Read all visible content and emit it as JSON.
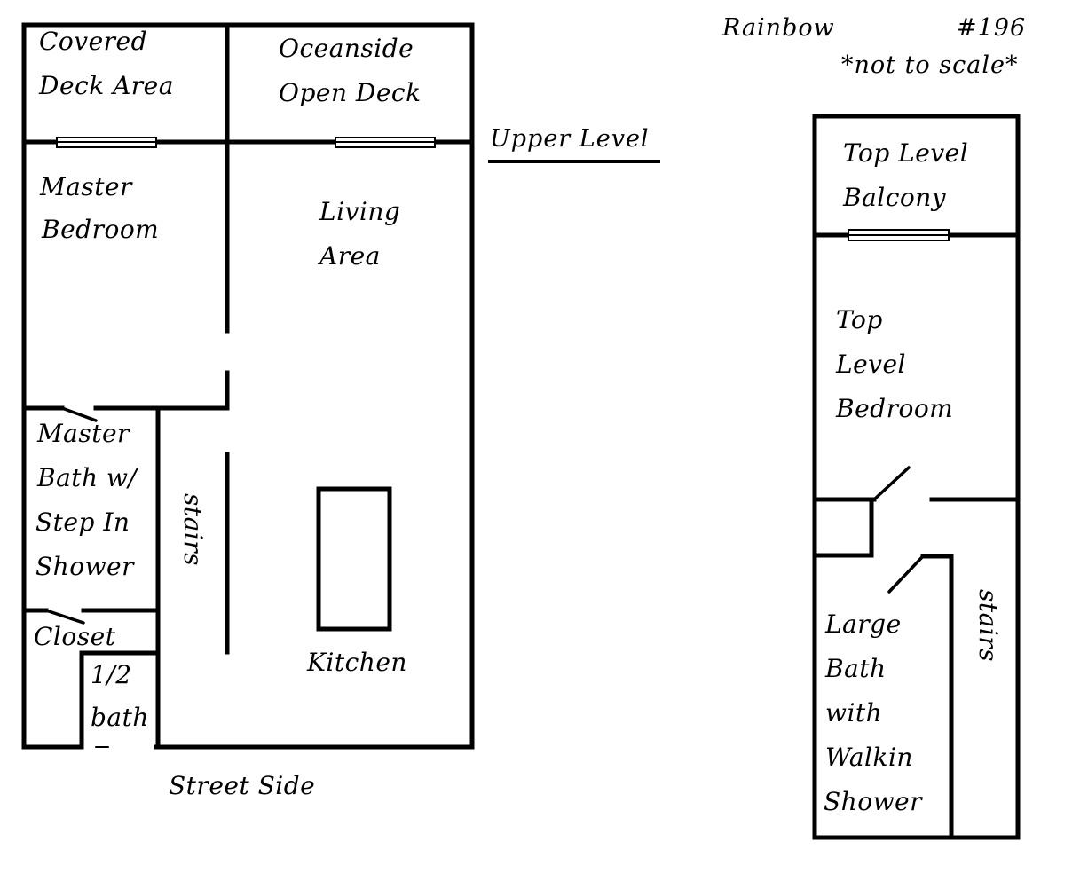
{
  "header": {
    "name": "Rainbow",
    "unit": "#196",
    "scale_note": "*not to scale*"
  },
  "level_label": "Upper Level",
  "street_label": "Street Side",
  "upper_level": {
    "covered_deck": [
      "Covered",
      "Deck Area"
    ],
    "oceanside_deck": [
      "Oceanside",
      "Open Deck"
    ],
    "master_bedroom": [
      "Master",
      "Bedroom"
    ],
    "living_area": [
      "Living",
      "Area"
    ],
    "master_bath": [
      "Master",
      "Bath w/",
      "Step In",
      "Shower"
    ],
    "stairs": "stairs",
    "closet": "Closet",
    "half_bath": [
      "1/2",
      "bath"
    ],
    "kitchen": "Kitchen"
  },
  "top_level": {
    "balcony": [
      "Top Level",
      "Balcony"
    ],
    "bedroom": [
      "Top",
      "Level",
      "Bedroom"
    ],
    "bath": [
      "Large",
      "Bath",
      "with",
      "Walkin",
      "Shower"
    ],
    "stairs": "stairs"
  }
}
